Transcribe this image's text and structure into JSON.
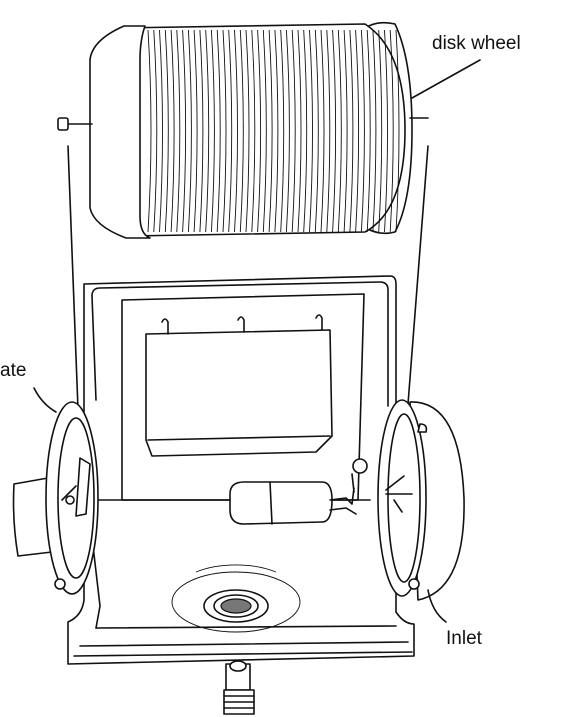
{
  "labels": {
    "disk_wheel": "disk wheel",
    "gate_fragment": "ate",
    "inlet": "Inlet"
  },
  "colors": {
    "line": "#111111",
    "background": "#ffffff"
  }
}
